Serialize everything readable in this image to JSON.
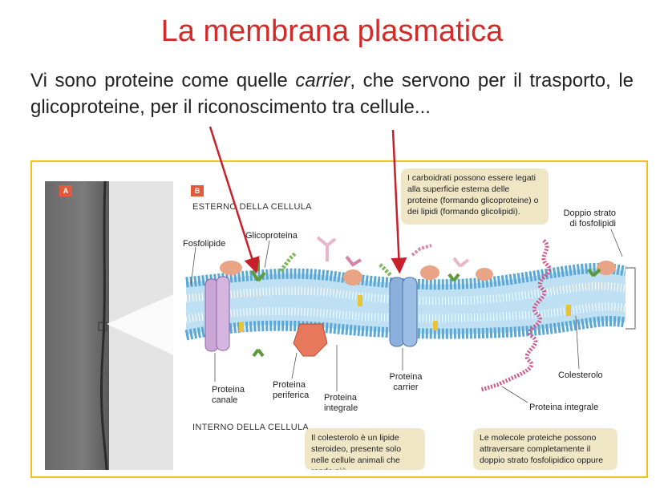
{
  "slide": {
    "title": "La membrana plasmatica",
    "body_before": "Vi sono proteine come quelle ",
    "body_italic": "carrier",
    "body_after": ", che servono per il trasporto, le glicoproteine, per il riconoscimento tra cellule..."
  },
  "figure": {
    "panel_a": "A",
    "panel_b": "B",
    "outside_label": "ESTERNO DELLA CELLULA",
    "inside_label": "INTERNO DELLA CELLULA",
    "labels": {
      "fosfolipide": "Fosfolipide",
      "glicoproteina": "Glicoproteina",
      "doppio_strato": "Doppio strato di fosfolipidi",
      "proteina_canale": "Proteina canale",
      "proteina_periferica": "Proteina periferica",
      "proteina_integrale_1": "Proteina integrale",
      "proteina_carrier": "Proteina carrier",
      "colesterolo": "Colesterolo",
      "proteina_integrale_2": "Proteina integrale"
    },
    "notes": {
      "carboidrati": "I carboidrati possono essere legati alla superficie esterna delle proteine (formando glicoproteine) o dei lipidi (formando glicolipidi).",
      "colesterolo": "Il colesterolo è un lipide steroideo, presente solo nelle cellule animali che rende più",
      "molecole": "Le molecole proteiche possono attraversare completamente il doppio strato fosfolipidico oppure"
    }
  },
  "colors": {
    "title": "#d42a2a",
    "frame": "#f2c418",
    "arrow": "#c8202a",
    "membrane": "#5aa8d8",
    "note_bg": "#efe6c6"
  }
}
